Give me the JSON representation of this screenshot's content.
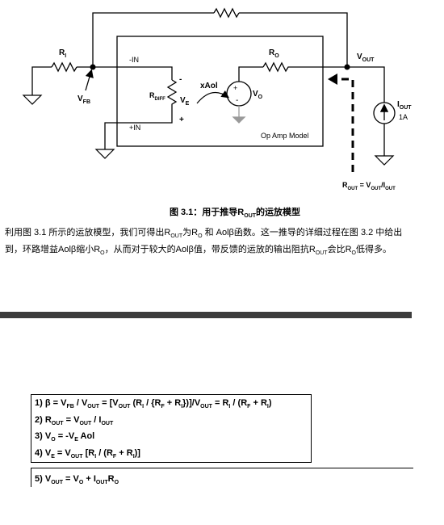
{
  "figure": {
    "labels": {
      "ri": "R",
      "ri_sub": "I",
      "vfb": "V",
      "vfb_sub": "FB",
      "minus_in": "-IN",
      "plus_in": "+IN",
      "rdiff": "R",
      "rdiff_sub": "DIFF",
      "ve": "V",
      "ve_sub": "E",
      "xaol": "xAol",
      "vo": "V",
      "vo_sub": "O",
      "ro": "R",
      "ro_sub": "O",
      "vout": "V",
      "vout_sub": "OUT",
      "iout": "I",
      "iout_sub": "OUT",
      "iout_value": "1A",
      "model_label": "Op Amp Model",
      "rout_eq": "R",
      "rout_eq_sub": "OUT",
      "rout_eq_mid": " = V",
      "rout_eq_sub2": "OUT",
      "rout_eq_tail": "/I",
      "rout_eq_sub3": "OUT",
      "minus": "-",
      "plus": "+"
    },
    "caption": {
      "prefix": "图 3.1：用于推导R",
      "sub": "OUT",
      "suffix": "的运放模型"
    }
  },
  "paragraph": {
    "line1": {
      "a": "利用图 3.1 所示的运放模型，我们可得出R",
      "a_sub": "OUT",
      "b": "为R",
      "b_sub": "O",
      "c": " 和 Aolβ函数。这一推导的详细过程在图 3.2 中给出"
    },
    "line2": {
      "a": "到，环路增益Aolβ缩小R",
      "a_sub": "O",
      "b": "，从而对于较大的Aolβ值，带反馈的运放的输出阻抗R",
      "b_sub": "OUT",
      "c": "会比R",
      "c_sub": "O",
      "d": "低得多。"
    }
  },
  "equations": {
    "eq1": {
      "t1": "1) β = V",
      "s1": "FB",
      "t2": " / V",
      "s2": "OUT",
      "t3": " = [V",
      "s3": "OUT",
      "t4": " (R",
      "s4": "I",
      "t5": " / {R",
      "s5": "F",
      "t6": " + R",
      "s6": "I",
      "t7": "})]/V",
      "s7": "OUT",
      "t8": " = R",
      "s8": "I",
      "t9": " / (R",
      "s9": "F",
      "t10": " + R",
      "s10": "I",
      "t11": ")"
    },
    "eq2": {
      "t1": "2) R",
      "s1": "OUT",
      "t2": " = V",
      "s2": "OUT",
      "t3": " / I",
      "s3": "OUT"
    },
    "eq3": {
      "t1": "3) V",
      "s1": "O",
      "t2": " = -V",
      "s2": "E",
      "t3": " Aol"
    },
    "eq4": {
      "t1": "4) V",
      "s1": "E",
      "t2": " = V",
      "s2": "OUT",
      "t3": " [R",
      "s3": "I",
      "t4": " / (R",
      "s4": "F",
      "t5": " + R",
      "s5": "I",
      "t6": ")]"
    },
    "eq5": {
      "t1": "5) V",
      "s1": "OUT",
      "t2": " = V",
      "s2": "O",
      "t3": " + I",
      "s3": "OUT",
      "t4": "R",
      "s4": "O"
    }
  },
  "colors": {
    "divider": "#3c3c3c",
    "source_ground": "#9a9a9a"
  }
}
